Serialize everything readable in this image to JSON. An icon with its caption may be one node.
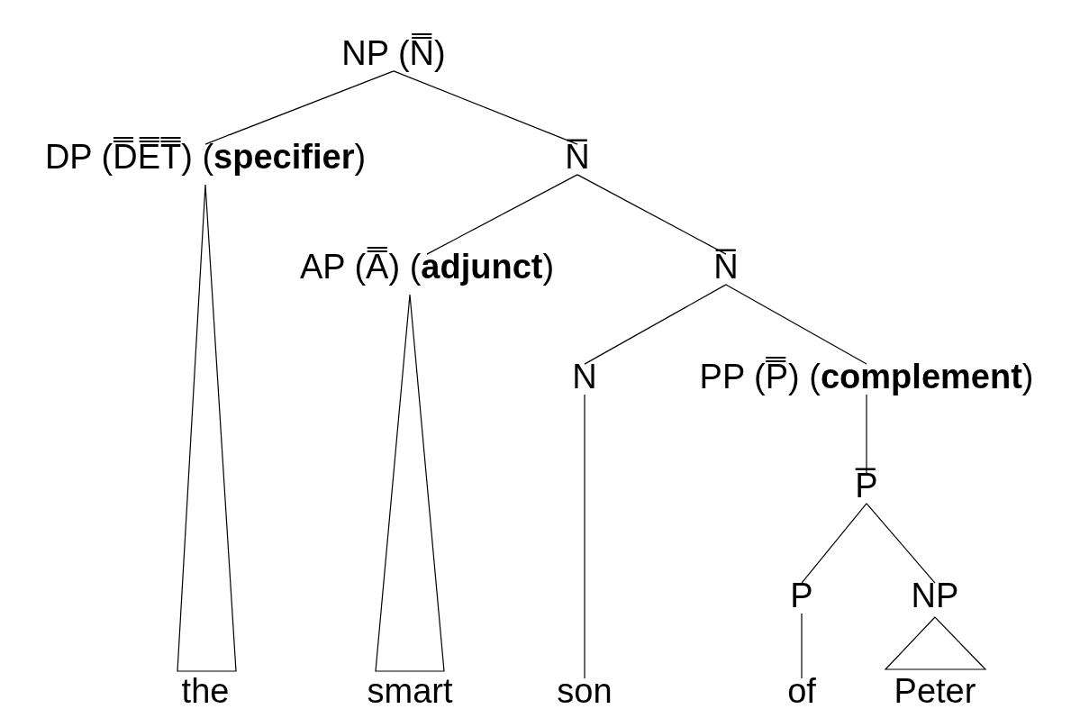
{
  "diagram": {
    "nodes": [
      {
        "text": [
          "NP (N̿)"
        ]
      },
      {
        "text": [
          "DP (D̿E̿T̿) (**specifier**)"
        ]
      },
      {
        "text": [
          "N̅"
        ]
      },
      {
        "text": [
          "AP (A̿) (**adjunct**)"
        ]
      },
      {
        "text": [
          "N̅"
        ]
      },
      {
        "text": [
          "N"
        ]
      },
      {
        "text": [
          "PP (P̿) (**complement**)"
        ]
      },
      {
        "text": [
          "P̅"
        ]
      },
      {
        "text": [
          "P"
        ]
      },
      {
        "text": [
          "NP"
        ]
      },
      {
        "text": [
          "the"
        ]
      },
      {
        "text": [
          "smart"
        ]
      },
      {
        "text": [
          "son"
        ]
      },
      {
        "text": [
          "of"
        ]
      },
      {
        "text": [
          "Peter"
        ]
      },
      {
        "text": [],
        "shape": "triangle"
      },
      {
        "text": [],
        "shape": "triangle"
      },
      {
        "text": [],
        "shape": "triangle"
      }
    ],
    "edges": [
      {
        "from": 0,
        "to": 1,
        "arrow": "none"
      },
      {
        "from": 0,
        "to": 2,
        "arrow": "none"
      },
      {
        "from": 2,
        "to": 3,
        "arrow": "none"
      },
      {
        "from": 2,
        "to": 4,
        "arrow": "none"
      },
      {
        "from": 4,
        "to": 5,
        "arrow": "none"
      },
      {
        "from": 4,
        "to": 6,
        "arrow": "none"
      },
      {
        "from": 5,
        "to": 12,
        "arrow": "none"
      },
      {
        "from": 6,
        "to": 7,
        "arrow": "none"
      },
      {
        "from": 7,
        "to": 8,
        "arrow": "none"
      },
      {
        "from": 7,
        "to": 9,
        "arrow": "none"
      },
      {
        "from": 8,
        "to": 13,
        "arrow": "none"
      }
    ]
  }
}
